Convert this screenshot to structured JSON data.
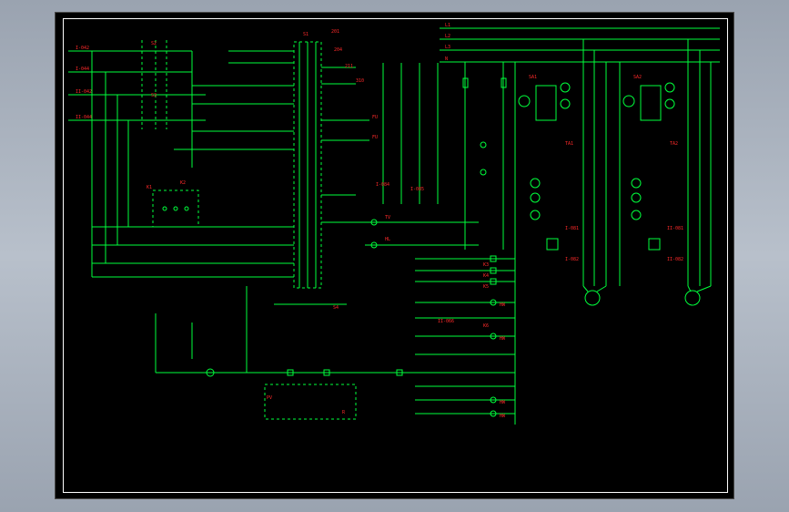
{
  "labels": {
    "bus_l1": "L1",
    "bus_l2": "L2",
    "bus_l3": "L3",
    "bus_n": "N",
    "s1": "S1",
    "s2": "S2",
    "s3": "S3",
    "s4": "S4",
    "k1": "K1",
    "k2": "K2",
    "k3": "K3",
    "k4": "K4",
    "k5": "K5",
    "k6": "K6",
    "in_042": "I-042",
    "in_044": "I-044",
    "in2_042": "II-042",
    "in2_044": "II-044",
    "fu": "FU",
    "fu2": "FU",
    "sa1": "SA1",
    "sa2": "SA2",
    "tv": "TV",
    "hl": "HL",
    "ta1": "TA1",
    "ta2": "TA2",
    "pv": "PV",
    "r": "R",
    "hw": "HW",
    "hw2": "HW",
    "hw3": "HW",
    "hw4": "HW",
    "t201": "201",
    "t204": "204",
    "t211": "211",
    "t310": "310",
    "t081": "I-081",
    "t082": "I-082",
    "t2081": "II-081",
    "t2082": "II-082",
    "t066": "II-066",
    "t084": "I-084",
    "t085": "I-085"
  }
}
